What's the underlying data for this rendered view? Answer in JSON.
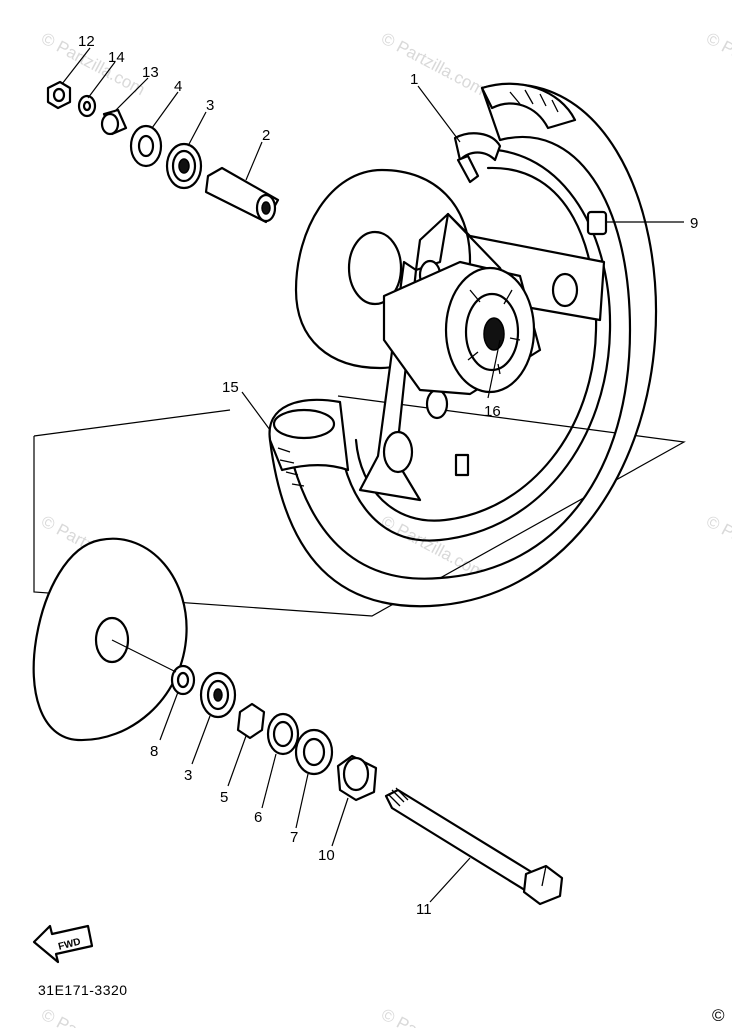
{
  "diagram_code": "31E171-3320",
  "copyright_symbol": "©",
  "watermark_text": "© Partzilla.com",
  "fwd_label": "FWD",
  "part_labels": {
    "p1": "1",
    "p2": "2",
    "p3_top": "3",
    "p4": "4",
    "p9": "9",
    "p12": "12",
    "p13": "13",
    "p14": "14",
    "p15": "15",
    "p16": "16",
    "p8": "8",
    "p3_bottom": "3",
    "p5": "5",
    "p6": "6",
    "p7": "7",
    "p10": "10",
    "p11": "11"
  },
  "colors": {
    "ink": "#000000",
    "watermark": "#d9d9d9",
    "background": "#ffffff"
  }
}
